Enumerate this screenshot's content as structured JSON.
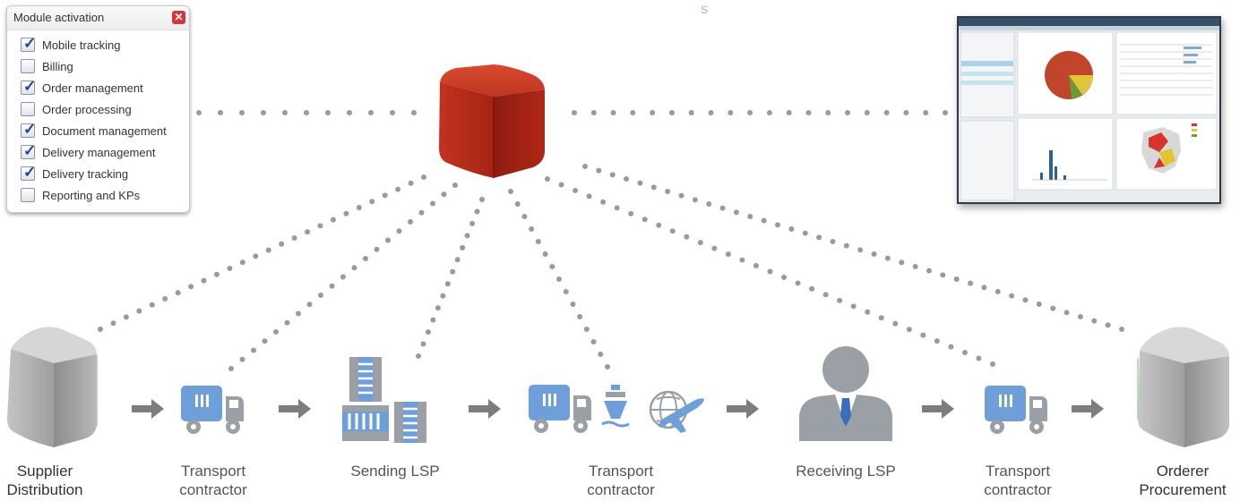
{
  "module_panel": {
    "title": "Module activation",
    "options": [
      {
        "label": "Mobile tracking",
        "checked": true
      },
      {
        "label": "Billing",
        "checked": false
      },
      {
        "label": "Order management",
        "checked": true
      },
      {
        "label": "Order processing",
        "checked": false
      },
      {
        "label": "Document management",
        "checked": true
      },
      {
        "label": "Delivery management",
        "checked": true
      },
      {
        "label": "Delivery tracking",
        "checked": true
      },
      {
        "label": "Reporting and KPs",
        "checked": false
      }
    ]
  },
  "stray_mark": "S",
  "flow": {
    "labels": {
      "supplier_line1": "Supplier",
      "supplier_line2": "Distribution",
      "transport1_line1": "Transport",
      "transport1_line2": "contractor",
      "sending_lsp": "Sending LSP",
      "transport2_line1": "Transport",
      "transport2_line2": "contractor",
      "receiving_lsp": "Receiving LSP",
      "transport3_line1": "Transport",
      "transport3_line2": "contractor",
      "orderer_line1": "Orderer",
      "orderer_line2": "Procurement"
    }
  },
  "colors": {
    "cube_red": "#b3281a",
    "icon_blue": "#6f9fd8",
    "icon_gray": "#9aa0a6",
    "dot_gray": "#9a9a9a",
    "checkbox_blue": "#24429b"
  }
}
